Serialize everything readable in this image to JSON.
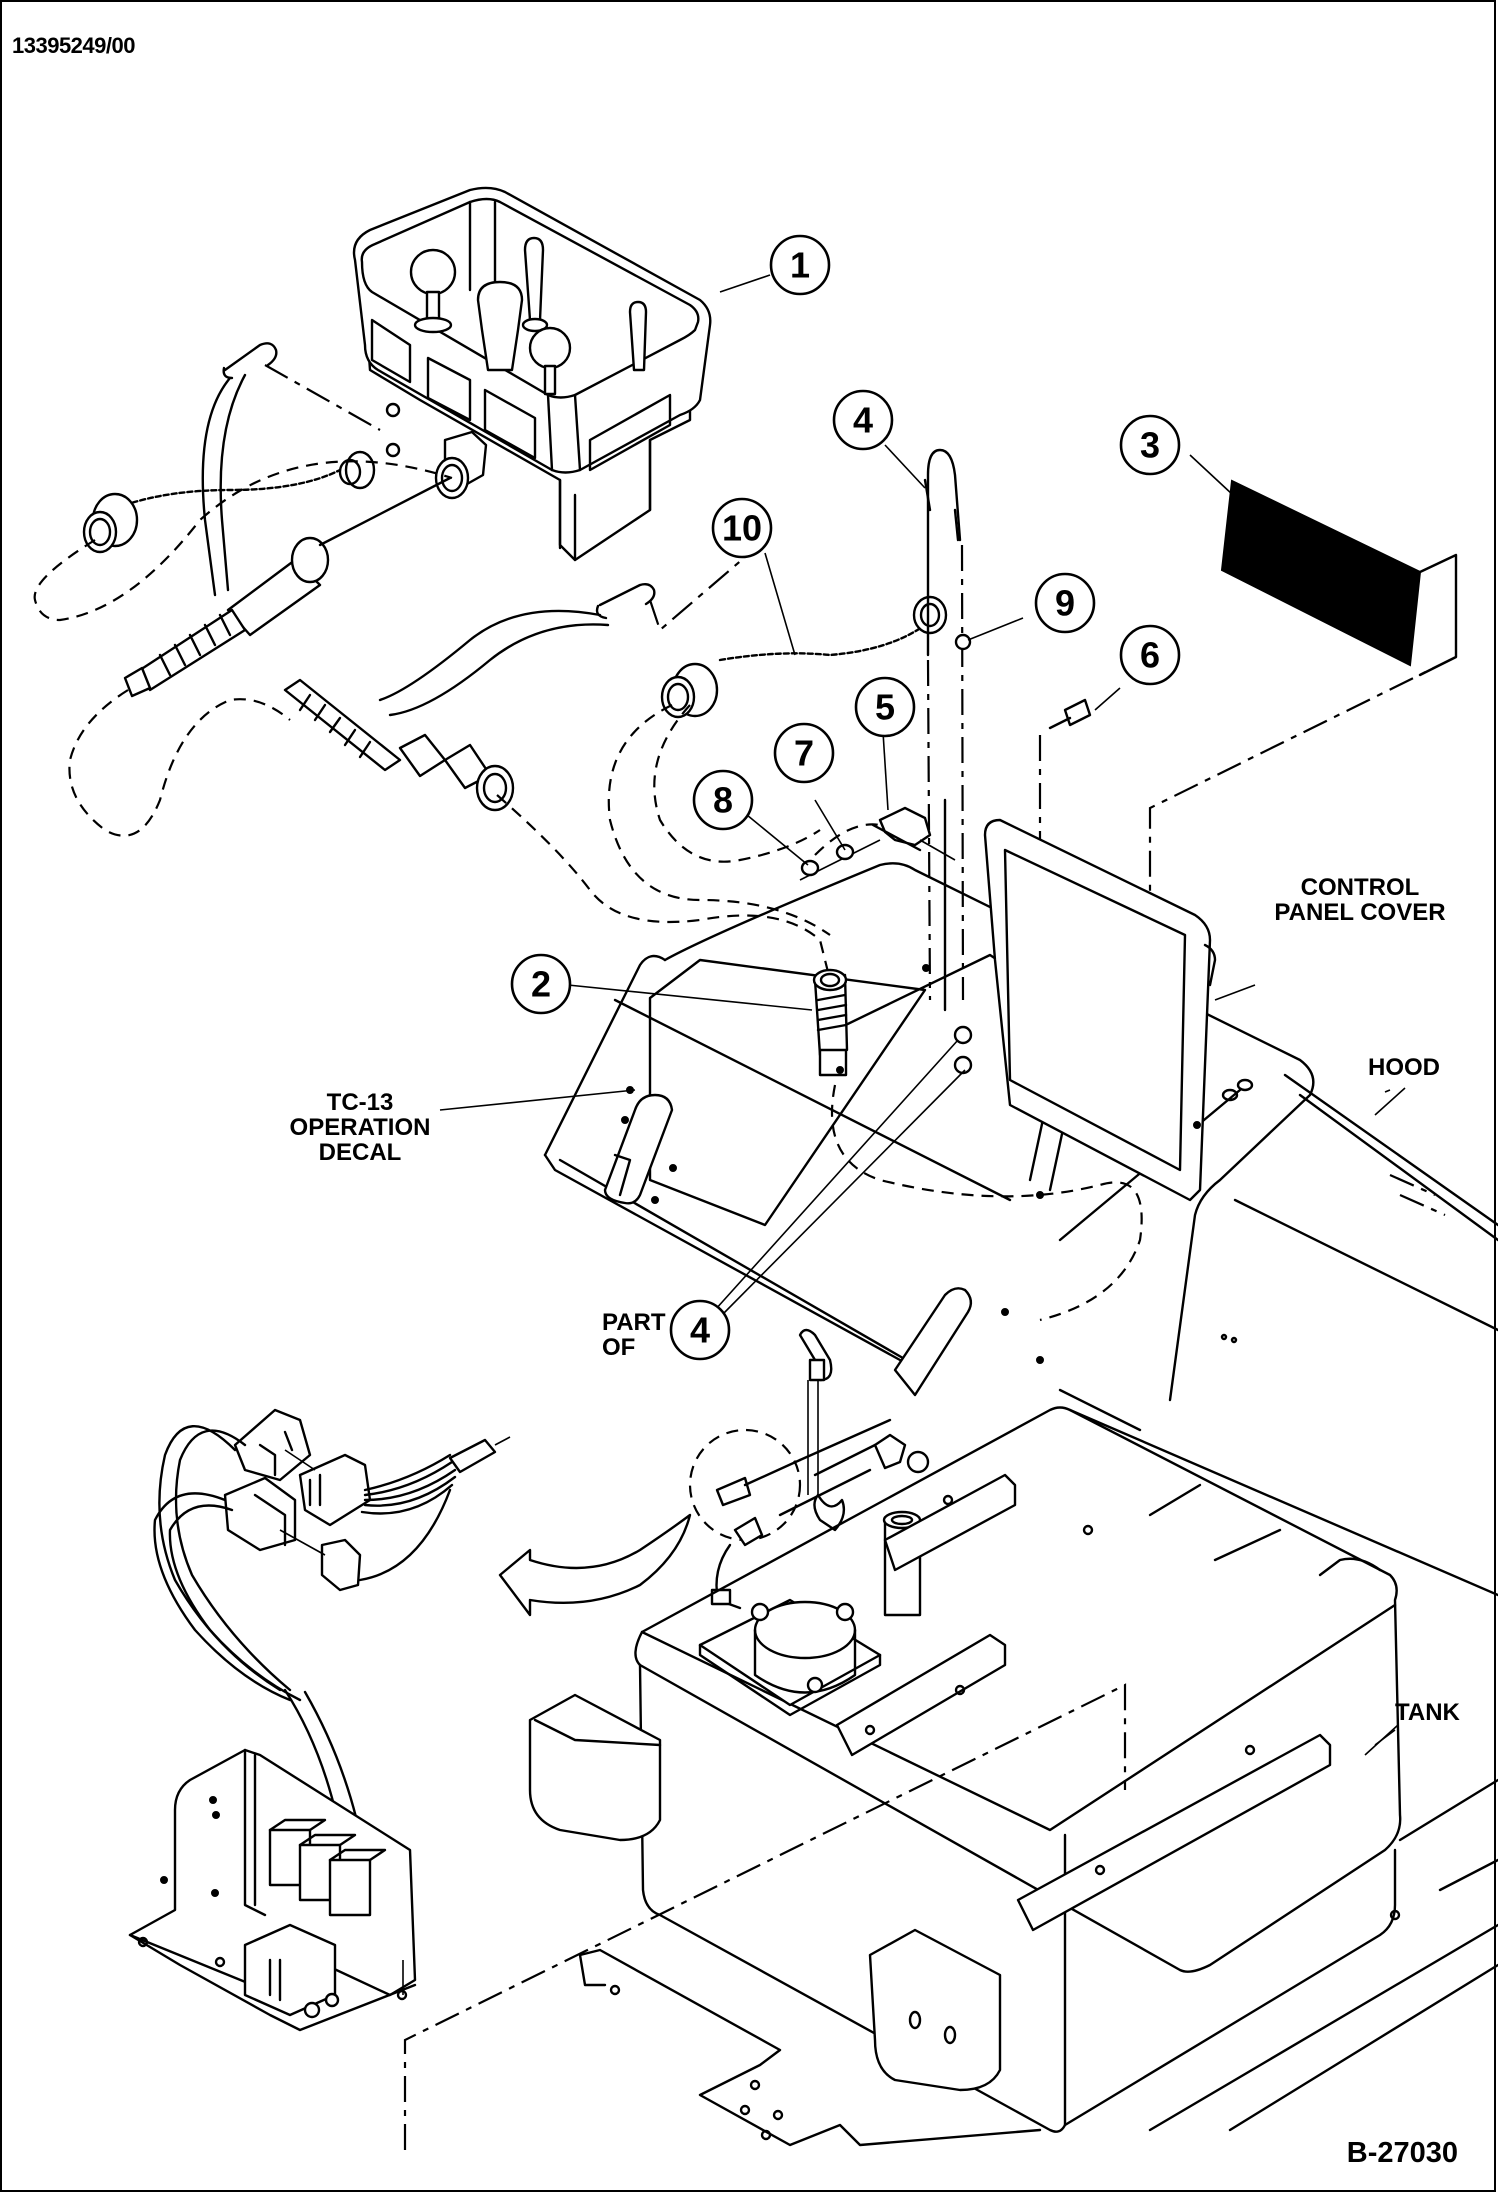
{
  "document": {
    "doc_number": "13395249/00",
    "figure_number": "B-27030"
  },
  "callouts": [
    {
      "number": "1",
      "part": "control-box"
    },
    {
      "number": "2",
      "part": "connector"
    },
    {
      "number": "3",
      "part": "decal"
    },
    {
      "number": "4",
      "part": "u-bolt"
    },
    {
      "number": "4",
      "part": "u-bolt-part-of"
    },
    {
      "number": "5",
      "part": "clamp"
    },
    {
      "number": "6",
      "part": "screw"
    },
    {
      "number": "7",
      "part": "washer"
    },
    {
      "number": "8",
      "part": "nut"
    },
    {
      "number": "9",
      "part": "nut"
    },
    {
      "number": "10",
      "part": "dust-cap-chain"
    }
  ],
  "labels": {
    "control_panel_cover": [
      "CONTROL",
      "PANEL COVER"
    ],
    "hood": "HOOD",
    "tc13_decal": [
      "TC-13",
      "OPERATION",
      "DECAL"
    ],
    "part_of": [
      "PART",
      "OF"
    ],
    "tank": "TANK"
  }
}
